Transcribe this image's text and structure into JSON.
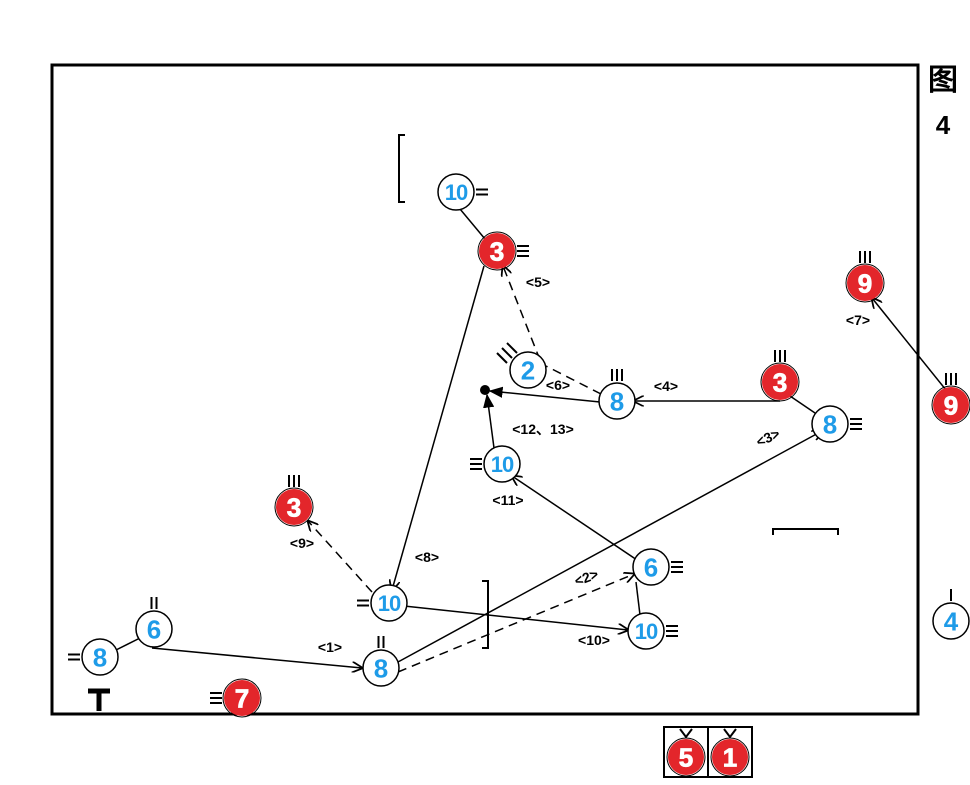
{
  "figure": {
    "title": "图",
    "number": "4"
  },
  "colors": {
    "blue_player": "#1e9be8",
    "red_player": "#e3262b",
    "line": "#000000"
  },
  "players": [
    {
      "id": "b10_top",
      "team": "blue",
      "number": "10"
    },
    {
      "id": "r3_top",
      "team": "red",
      "number": "3"
    },
    {
      "id": "b2",
      "team": "blue",
      "number": "2"
    },
    {
      "id": "b8_mid",
      "team": "blue",
      "number": "8"
    },
    {
      "id": "r3_right",
      "team": "red",
      "number": "3"
    },
    {
      "id": "b8_right",
      "team": "blue",
      "number": "8"
    },
    {
      "id": "r9_in",
      "team": "red",
      "number": "9"
    },
    {
      "id": "r9_out",
      "team": "red",
      "number": "9"
    },
    {
      "id": "b10_center",
      "team": "blue",
      "number": "10"
    },
    {
      "id": "r3_left",
      "team": "red",
      "number": "3"
    },
    {
      "id": "b10_low",
      "team": "blue",
      "number": "10"
    },
    {
      "id": "b6_right",
      "team": "blue",
      "number": "6"
    },
    {
      "id": "b10_bottom",
      "team": "blue",
      "number": "10"
    },
    {
      "id": "b8_bottom",
      "team": "blue",
      "number": "8"
    },
    {
      "id": "b6_left",
      "team": "blue",
      "number": "6"
    },
    {
      "id": "b8_left",
      "team": "blue",
      "number": "8"
    },
    {
      "id": "r7",
      "team": "red",
      "number": "7"
    },
    {
      "id": "b4_out",
      "team": "blue",
      "number": "4"
    },
    {
      "id": "r5_box",
      "team": "red",
      "number": "5"
    },
    {
      "id": "r1_box",
      "team": "red",
      "number": "1"
    }
  ],
  "ball_point": "ball",
  "step_labels": [
    "<1>",
    "<2>",
    "<3>",
    "<4>",
    "<5>",
    "<6>",
    "<7>",
    "<8>",
    "<9>",
    "<10>",
    "<11>",
    "<12、13>"
  ]
}
